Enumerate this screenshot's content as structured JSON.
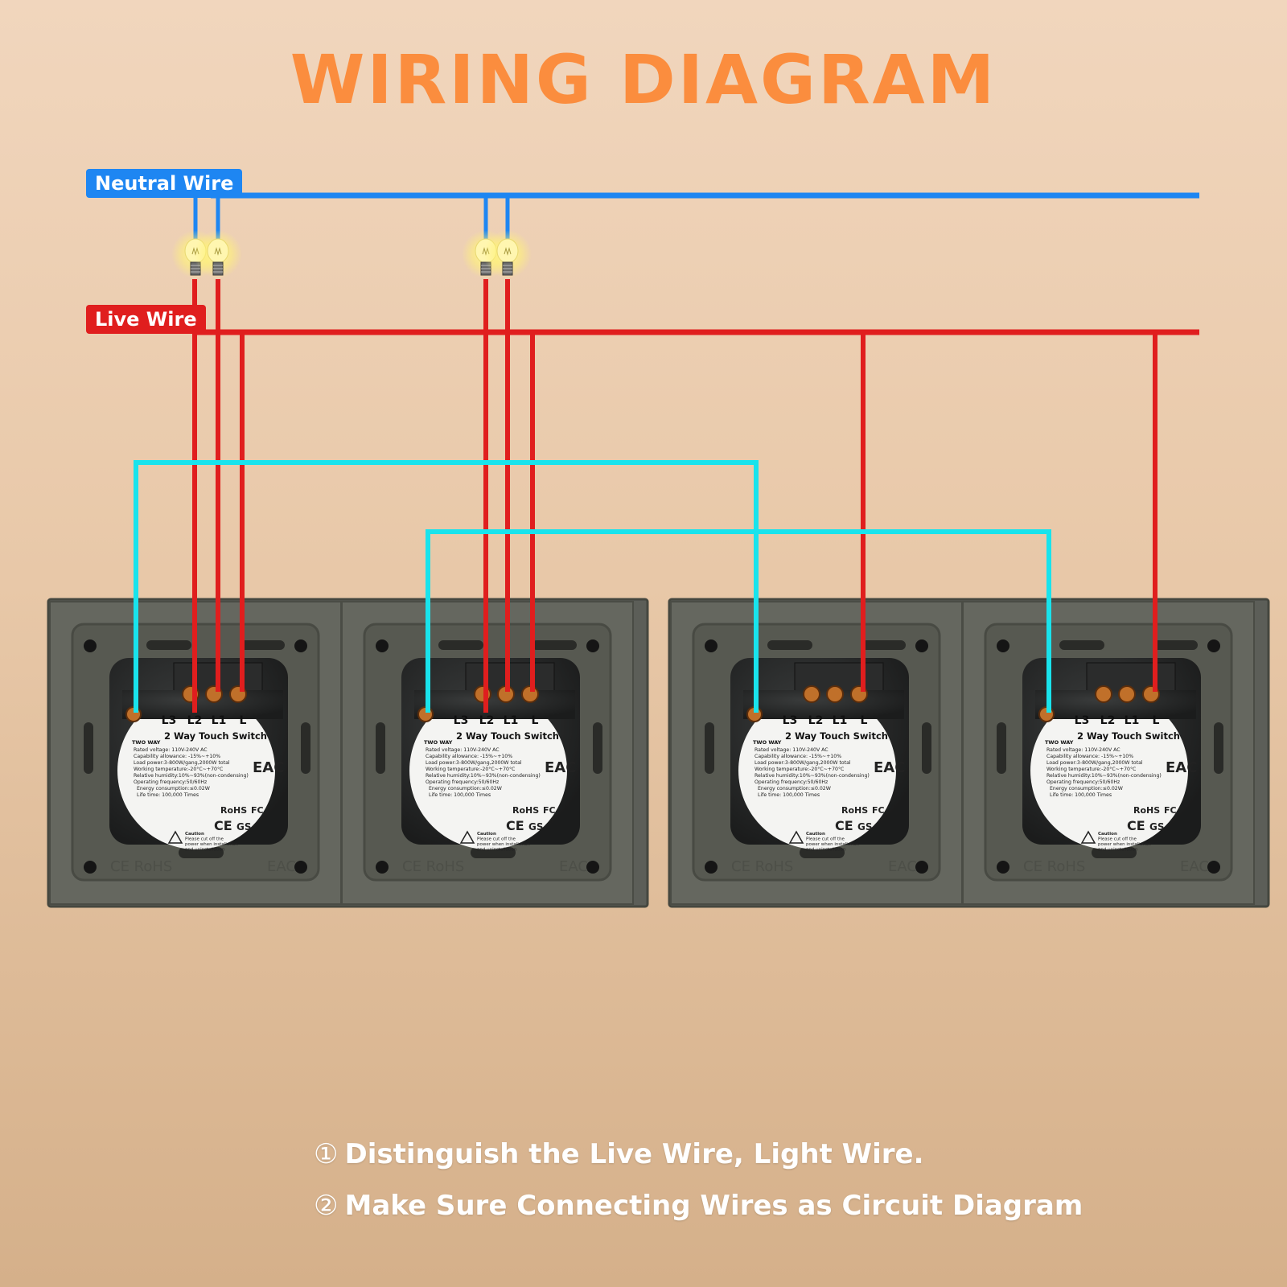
{
  "title": "WIRING DIAGRAM",
  "wires": {
    "neutral_label": "Neutral  Wire",
    "live_label": "Live Wire",
    "neutral_color": "#1e86f2",
    "live_color": "#e01e1e",
    "traveler_color": "#19e3ec"
  },
  "switch": {
    "terminals": [
      "L3",
      "L2",
      "L1",
      "L"
    ],
    "name": "2 Way Touch Switch",
    "mode": "TWO WAY",
    "specs": [
      "Rated voltage: 110V-240V AC",
      "Capability allowance: -15%~+10%",
      "Load power:3-800W/gang,2000W total",
      "Working temperature:-20°C~+70°C",
      "Relative humidity:10%~93%(non-condensing)",
      "Operating frequency:50/60Hz",
      "Energy consumption:≤0.02W",
      "Life time: 100,000 Times"
    ],
    "caution": [
      "Caution",
      "Please cut off the",
      "power when installation",
      "and uninstallation"
    ],
    "marks": [
      "RoHS",
      "FC",
      "CE",
      "GS",
      "EAC"
    ],
    "plate_marks": "CE RoHS",
    "count": 4
  },
  "instructions": [
    {
      "num": "①",
      "text": "Distinguish the Live Wire, Light Wire."
    },
    {
      "num": "②",
      "text": "Make Sure Connecting Wires as Circuit Diagram"
    }
  ]
}
